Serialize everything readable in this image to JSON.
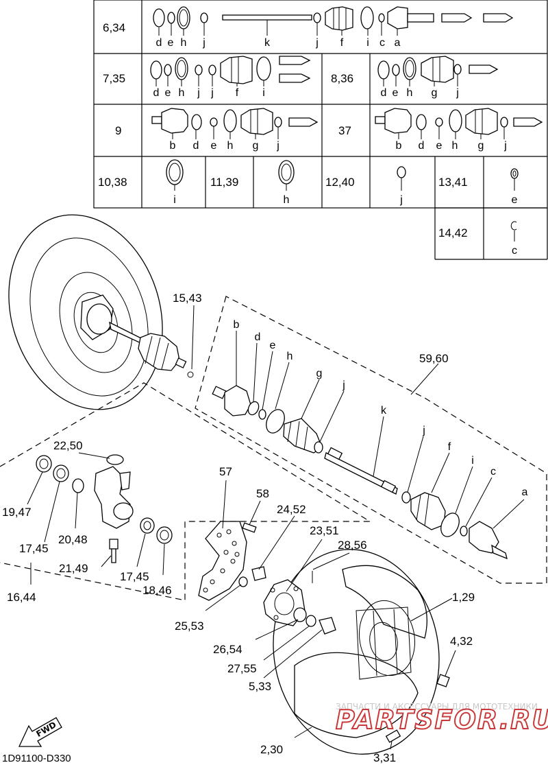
{
  "kit_table": {
    "rows": [
      {
        "ref": "6,34",
        "letters": [
          "d",
          "e",
          "h",
          "j",
          "k",
          "j",
          "f",
          "i",
          "c",
          "a"
        ]
      },
      {
        "ref": "7,35",
        "letters": [
          "d",
          "e",
          "h",
          "j",
          "j",
          "f",
          "i"
        ]
      },
      {
        "ref": "8,36",
        "letters": [
          "d",
          "e",
          "h",
          "g",
          "j"
        ]
      },
      {
        "ref": "9",
        "letters": [
          "b",
          "d",
          "e",
          "h",
          "g",
          "j"
        ]
      },
      {
        "ref": "37",
        "letters": [
          "b",
          "d",
          "e",
          "h",
          "g",
          "j"
        ]
      },
      {
        "ref": "10,38",
        "letters": [
          "i"
        ]
      },
      {
        "ref": "11,39",
        "letters": [
          "h"
        ]
      },
      {
        "ref": "12,40",
        "letters": [
          "j"
        ]
      },
      {
        "ref": "13,41",
        "letters": [
          "e"
        ]
      },
      {
        "ref": "14,42",
        "letters": [
          "c"
        ]
      }
    ]
  },
  "callouts": {
    "c15_43": "15,43",
    "c59_60": "59,60",
    "c22_50": "22,50",
    "c19_47": "19,47",
    "c17_45a": "17,45",
    "c20_48": "20,48",
    "c21_49": "21,49",
    "c17_45b": "17,45",
    "c18_46": "18,46",
    "c16_44": "16,44",
    "c57": "57",
    "c58": "58",
    "c24_52": "24,52",
    "c23_51": "23,51",
    "c28_56": "28,56",
    "c1_29": "1,29",
    "c25_53": "25,53",
    "c26_54": "26,54",
    "c27_55": "27,55",
    "c5_33": "5,33",
    "c4_32": "4,32",
    "c2_30": "2,30",
    "c3_31": "3,31"
  },
  "exploded_letters": [
    "b",
    "d",
    "e",
    "h",
    "g",
    "j",
    "k",
    "j",
    "f",
    "i",
    "c",
    "a"
  ],
  "fwd_label": "FWD",
  "diagram_code": "1D91100-D330",
  "watermark": {
    "line1": "ЗАПЧАСТИ И АКСЕССУАРЫ ДЛЯ МОТОТЕХНИКИ",
    "line2": "PARTSFOR.RU"
  },
  "colors": {
    "ink": "#000000",
    "paper": "#ffffff",
    "watermark_red": "#c83a3a"
  }
}
